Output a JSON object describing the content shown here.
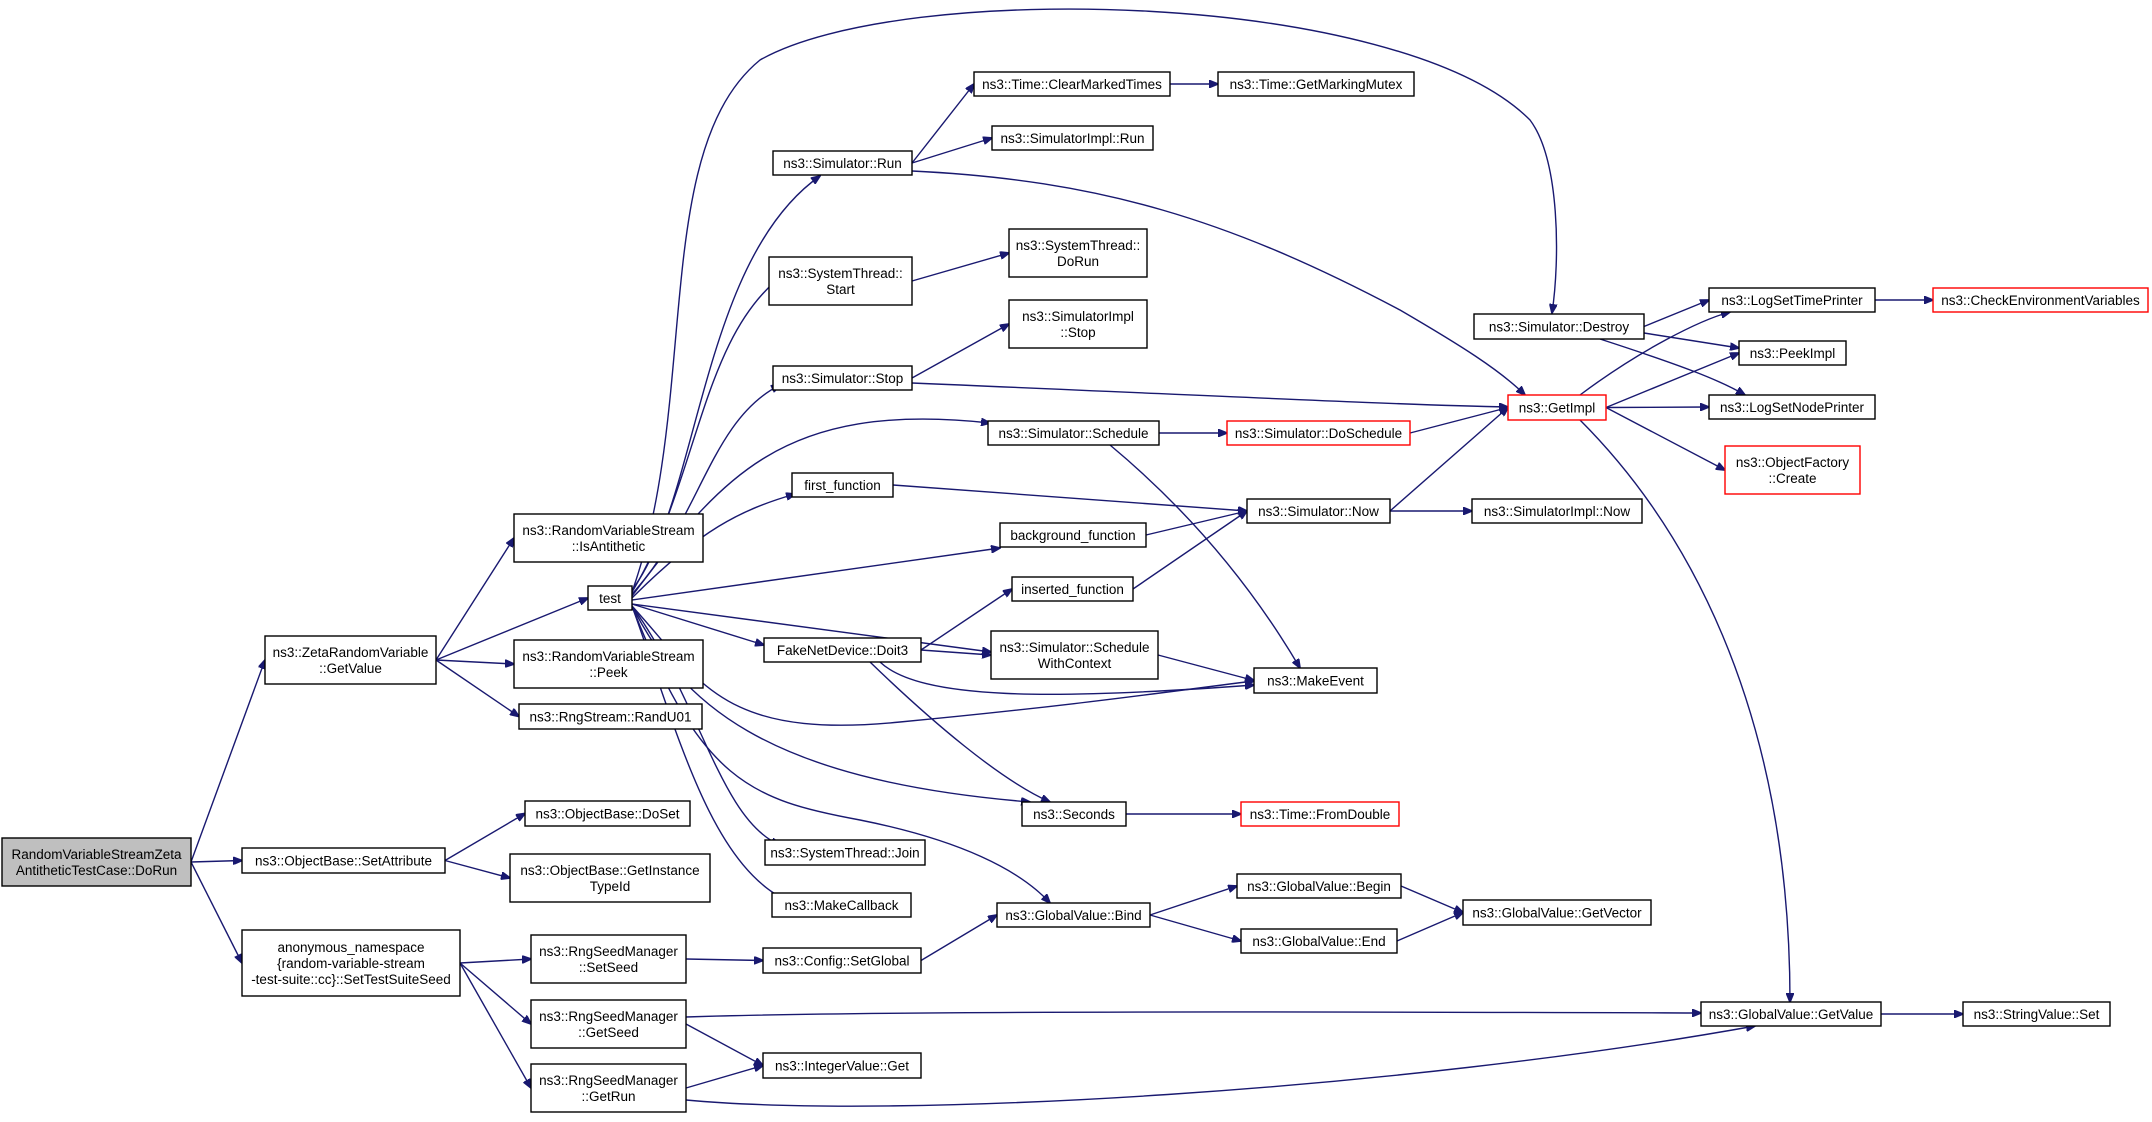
{
  "diagram": {
    "colors": {
      "edge": "#191970",
      "border": "#000000",
      "truncated_border": "#ff0000",
      "root_fill": "#bfbfbf"
    },
    "nodes": [
      {
        "id": "root",
        "lines": [
          "RandomVariableStreamZeta",
          "AntitheticTestCase::DoRun"
        ],
        "kind": "root"
      },
      {
        "id": "zeta_getvalue",
        "lines": [
          "ns3::ZetaRandomVariable",
          "::GetValue"
        ]
      },
      {
        "id": "setattribute",
        "lines": [
          "ns3::ObjectBase::SetAttribute"
        ]
      },
      {
        "id": "settestsuiteseed",
        "lines": [
          "anonymous_namespace",
          "{random-variable-stream",
          "-test-suite::cc}::SetTestSuiteSeed"
        ]
      },
      {
        "id": "isantithetic",
        "lines": [
          "ns3::RandomVariableStream",
          "::IsAntithetic"
        ]
      },
      {
        "id": "test",
        "lines": [
          "test"
        ]
      },
      {
        "id": "peek",
        "lines": [
          "ns3::RandomVariableStream",
          "::Peek"
        ]
      },
      {
        "id": "randu01",
        "lines": [
          "ns3::RngStream::RandU01"
        ]
      },
      {
        "id": "doset",
        "lines": [
          "ns3::ObjectBase::DoSet"
        ]
      },
      {
        "id": "getinstancetypeid",
        "lines": [
          "ns3::ObjectBase::GetInstance",
          "TypeId"
        ]
      },
      {
        "id": "rng_setseed",
        "lines": [
          "ns3::RngSeedManager",
          "::SetSeed"
        ]
      },
      {
        "id": "rng_getseed",
        "lines": [
          "ns3::RngSeedManager",
          "::GetSeed"
        ]
      },
      {
        "id": "rng_getrun",
        "lines": [
          "ns3::RngSeedManager",
          "::GetRun"
        ]
      },
      {
        "id": "sim_run",
        "lines": [
          "ns3::Simulator::Run"
        ]
      },
      {
        "id": "systhread_start",
        "lines": [
          "ns3::SystemThread::",
          "Start"
        ]
      },
      {
        "id": "sim_stop",
        "lines": [
          "ns3::Simulator::Stop"
        ]
      },
      {
        "id": "first_function",
        "lines": [
          "first_function"
        ]
      },
      {
        "id": "fakenetdevice",
        "lines": [
          "FakeNetDevice::Doit3"
        ]
      },
      {
        "id": "systhread_join",
        "lines": [
          "ns3::SystemThread::Join"
        ]
      },
      {
        "id": "makecallback",
        "lines": [
          "ns3::MakeCallback"
        ]
      },
      {
        "id": "config_setglobal",
        "lines": [
          "ns3::Config::SetGlobal"
        ]
      },
      {
        "id": "integervalue_get",
        "lines": [
          "ns3::IntegerValue::Get"
        ]
      },
      {
        "id": "time_clearmarked",
        "lines": [
          "ns3::Time::ClearMarkedTimes"
        ]
      },
      {
        "id": "simimpl_run",
        "lines": [
          "ns3::SimulatorImpl::Run"
        ]
      },
      {
        "id": "systhread_dorun",
        "lines": [
          "ns3::SystemThread::",
          "DoRun"
        ]
      },
      {
        "id": "simimpl_stop",
        "lines": [
          "ns3::SimulatorImpl",
          "::Stop"
        ]
      },
      {
        "id": "sim_schedule",
        "lines": [
          "ns3::Simulator::Schedule"
        ]
      },
      {
        "id": "background_function",
        "lines": [
          "background_function"
        ]
      },
      {
        "id": "inserted_function",
        "lines": [
          "inserted_function"
        ]
      },
      {
        "id": "sim_schedulewithcontext",
        "lines": [
          "ns3::Simulator::Schedule",
          "WithContext"
        ]
      },
      {
        "id": "seconds",
        "lines": [
          "ns3::Seconds"
        ]
      },
      {
        "id": "globalvalue_bind",
        "lines": [
          "ns3::GlobalValue::Bind"
        ]
      },
      {
        "id": "time_getmarkingmutex",
        "lines": [
          "ns3::Time::GetMarkingMutex"
        ]
      },
      {
        "id": "sim_doschedule",
        "lines": [
          "ns3::Simulator::DoSchedule"
        ],
        "kind": "truncated"
      },
      {
        "id": "sim_now",
        "lines": [
          "ns3::Simulator::Now"
        ]
      },
      {
        "id": "makeevent",
        "lines": [
          "ns3::MakeEvent"
        ]
      },
      {
        "id": "time_fromdouble",
        "lines": [
          "ns3::Time::FromDouble"
        ],
        "kind": "truncated"
      },
      {
        "id": "globalvalue_begin",
        "lines": [
          "ns3::GlobalValue::Begin"
        ]
      },
      {
        "id": "globalvalue_end",
        "lines": [
          "ns3::GlobalValue::End"
        ]
      },
      {
        "id": "sim_destroy",
        "lines": [
          "ns3::Simulator::Destroy"
        ]
      },
      {
        "id": "getimpl",
        "lines": [
          "ns3::GetImpl"
        ],
        "kind": "truncated"
      },
      {
        "id": "simimpl_now",
        "lines": [
          "ns3::SimulatorImpl::Now"
        ]
      },
      {
        "id": "globalvalue_getvector",
        "lines": [
          "ns3::GlobalValue::GetVector"
        ]
      },
      {
        "id": "logsettimeprinter",
        "lines": [
          "ns3::LogSetTimePrinter"
        ]
      },
      {
        "id": "peekimpl",
        "lines": [
          "ns3::PeekImpl"
        ]
      },
      {
        "id": "logsetnodeprinter",
        "lines": [
          "ns3::LogSetNodePrinter"
        ]
      },
      {
        "id": "objectfactory_create",
        "lines": [
          "ns3::ObjectFactory",
          "::Create"
        ],
        "kind": "truncated"
      },
      {
        "id": "globalvalue_getvalue",
        "lines": [
          "ns3::GlobalValue::GetValue"
        ]
      },
      {
        "id": "checkenvvars",
        "lines": [
          "ns3::CheckEnvironmentVariables"
        ],
        "kind": "truncated"
      },
      {
        "id": "stringvalue_set",
        "lines": [
          "ns3::StringValue::Set"
        ]
      }
    ],
    "edges": [
      [
        "root",
        "zeta_getvalue"
      ],
      [
        "root",
        "setattribute"
      ],
      [
        "root",
        "settestsuiteseed"
      ],
      [
        "zeta_getvalue",
        "isantithetic"
      ],
      [
        "zeta_getvalue",
        "test"
      ],
      [
        "zeta_getvalue",
        "peek"
      ],
      [
        "zeta_getvalue",
        "randu01"
      ],
      [
        "setattribute",
        "doset"
      ],
      [
        "setattribute",
        "getinstancetypeid"
      ],
      [
        "settestsuiteseed",
        "rng_setseed"
      ],
      [
        "settestsuiteseed",
        "rng_getseed"
      ],
      [
        "settestsuiteseed",
        "rng_getrun"
      ],
      [
        "test",
        "sim_run"
      ],
      [
        "test",
        "systhread_start"
      ],
      [
        "test",
        "sim_stop"
      ],
      [
        "test",
        "first_function"
      ],
      [
        "test",
        "fakenetdevice"
      ],
      [
        "test",
        "systhread_join"
      ],
      [
        "test",
        "makecallback"
      ],
      [
        "test",
        "sim_schedule"
      ],
      [
        "test",
        "background_function"
      ],
      [
        "test",
        "sim_schedulewithcontext"
      ],
      [
        "test",
        "makeevent"
      ],
      [
        "test",
        "seconds"
      ],
      [
        "test",
        "globalvalue_bind"
      ],
      [
        "test",
        "sim_destroy"
      ],
      [
        "rng_setseed",
        "config_setglobal"
      ],
      [
        "rng_getseed",
        "integervalue_get"
      ],
      [
        "rng_getseed",
        "globalvalue_getvalue"
      ],
      [
        "rng_getrun",
        "integervalue_get"
      ],
      [
        "rng_getrun",
        "globalvalue_getvalue"
      ],
      [
        "sim_run",
        "time_clearmarked"
      ],
      [
        "sim_run",
        "simimpl_run"
      ],
      [
        "sim_run",
        "getimpl"
      ],
      [
        "systhread_start",
        "systhread_dorun"
      ],
      [
        "sim_stop",
        "simimpl_stop"
      ],
      [
        "sim_stop",
        "getimpl"
      ],
      [
        "first_function",
        "sim_now"
      ],
      [
        "fakenetdevice",
        "inserted_function"
      ],
      [
        "fakenetdevice",
        "sim_schedulewithcontext"
      ],
      [
        "fakenetdevice",
        "makeevent"
      ],
      [
        "fakenetdevice",
        "seconds"
      ],
      [
        "config_setglobal",
        "globalvalue_bind"
      ],
      [
        "time_clearmarked",
        "time_getmarkingmutex"
      ],
      [
        "sim_schedule",
        "sim_doschedule"
      ],
      [
        "sim_schedule",
        "makeevent"
      ],
      [
        "background_function",
        "sim_now"
      ],
      [
        "inserted_function",
        "sim_now"
      ],
      [
        "sim_schedulewithcontext",
        "makeevent"
      ],
      [
        "seconds",
        "time_fromdouble"
      ],
      [
        "globalvalue_bind",
        "globalvalue_begin"
      ],
      [
        "globalvalue_bind",
        "globalvalue_end"
      ],
      [
        "sim_doschedule",
        "getimpl"
      ],
      [
        "sim_now",
        "getimpl"
      ],
      [
        "sim_now",
        "simimpl_now"
      ],
      [
        "globalvalue_begin",
        "globalvalue_getvector"
      ],
      [
        "globalvalue_end",
        "globalvalue_getvector"
      ],
      [
        "sim_destroy",
        "logsettimeprinter"
      ],
      [
        "sim_destroy",
        "peekimpl"
      ],
      [
        "sim_destroy",
        "logsetnodeprinter"
      ],
      [
        "getimpl",
        "logsettimeprinter"
      ],
      [
        "getimpl",
        "peekimpl"
      ],
      [
        "getimpl",
        "logsetnodeprinter"
      ],
      [
        "getimpl",
        "objectfactory_create"
      ],
      [
        "getimpl",
        "globalvalue_getvalue"
      ],
      [
        "logsettimeprinter",
        "checkenvvars"
      ],
      [
        "globalvalue_getvalue",
        "stringvalue_set"
      ]
    ]
  }
}
